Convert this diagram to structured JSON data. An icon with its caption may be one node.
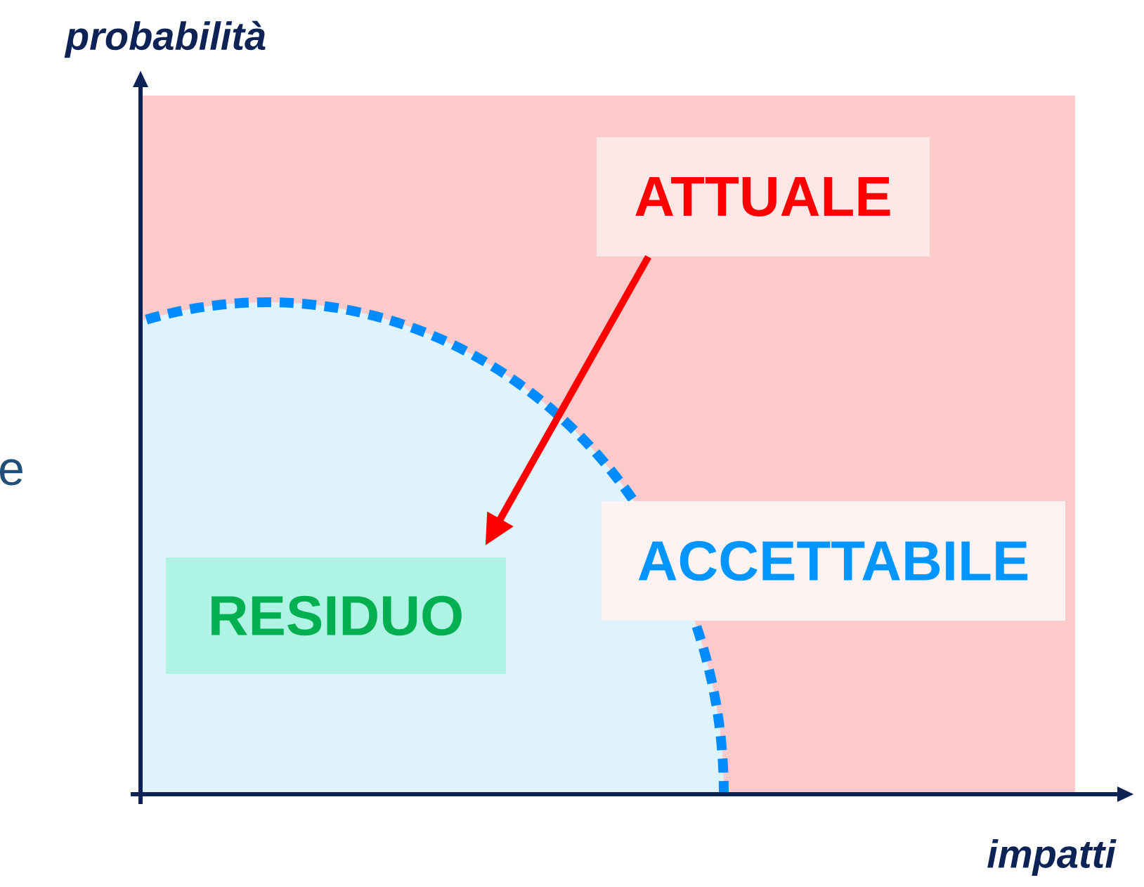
{
  "diagram": {
    "nodes": [
      {
        "text": [
          "ATTUALE"
        ]
      },
      {
        "text": [
          "RESIDUO"
        ]
      },
      {
        "text": [
          "ACCETTABILE"
        ]
      }
    ],
    "edges": [
      {
        "from": 0,
        "to": 1,
        "arrow": "to",
        "color": "#ff0000"
      }
    ],
    "labels": [
      "probabilità",
      "impatti",
      "e"
    ]
  }
}
